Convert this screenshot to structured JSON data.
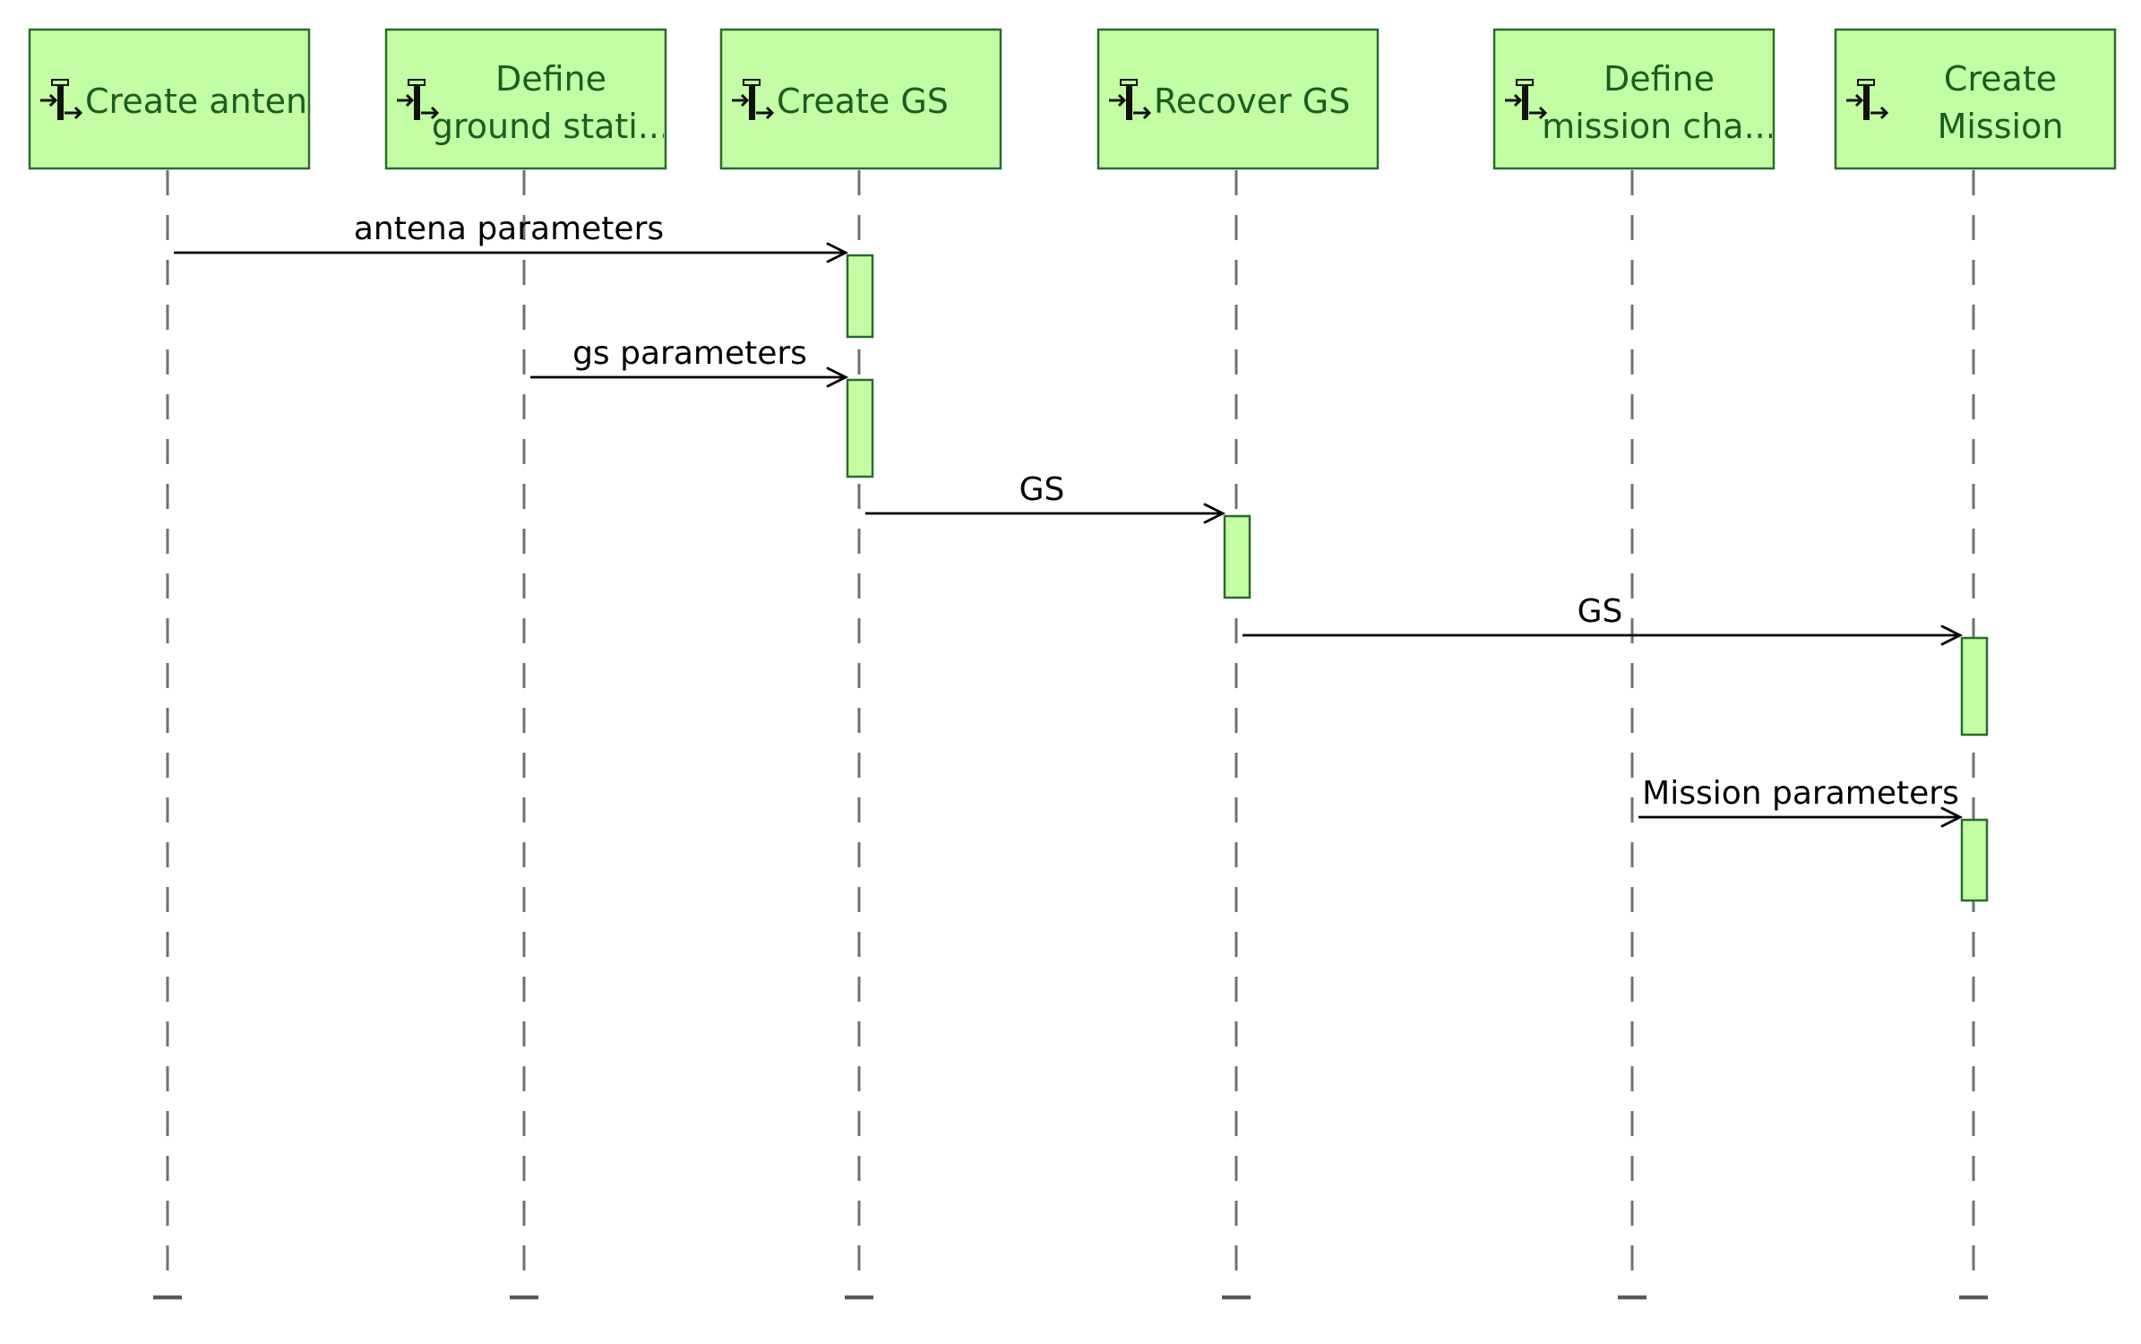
{
  "diagram": {
    "type": "sequence",
    "accent_color": "#c3fea5",
    "border_color": "#2b6b2e",
    "text_color": "#1b5e20",
    "actors": [
      {
        "id": "create-antena",
        "lines": [
          "Create antena"
        ],
        "icon": "function-icon"
      },
      {
        "id": "define-ground-station",
        "lines": [
          "Define",
          "ground stati..."
        ],
        "icon": "function-icon"
      },
      {
        "id": "create-gs",
        "lines": [
          "Create GS"
        ],
        "icon": "function-icon"
      },
      {
        "id": "recover-gs",
        "lines": [
          "Recover GS"
        ],
        "icon": "function-icon"
      },
      {
        "id": "define-mission",
        "lines": [
          "Define",
          "mission cha..."
        ],
        "icon": "function-icon"
      },
      {
        "id": "create-mission",
        "lines": [
          "Create",
          "Mission"
        ],
        "icon": "function-icon"
      }
    ],
    "messages": [
      {
        "from": "create-antena",
        "to": "create-gs",
        "label": "antena parameters"
      },
      {
        "from": "define-ground-station",
        "to": "create-gs",
        "label": "gs parameters"
      },
      {
        "from": "create-gs",
        "to": "recover-gs",
        "label": "GS"
      },
      {
        "from": "recover-gs",
        "to": "create-mission",
        "label": "GS"
      },
      {
        "from": "define-mission",
        "to": "create-mission",
        "label": "Mission parameters"
      }
    ]
  }
}
